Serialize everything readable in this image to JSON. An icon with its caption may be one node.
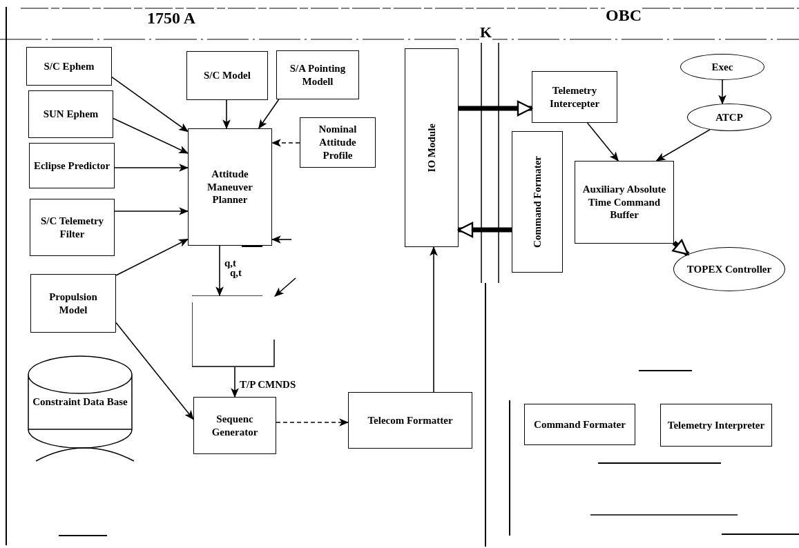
{
  "diagram": {
    "nodes": [
      {
        "text": [
          "S/C Ephem"
        ]
      },
      {
        "text": [
          "SUN Ephem"
        ]
      },
      {
        "text": [
          "Eclipse Predictor"
        ]
      },
      {
        "text": [
          "S/C Telemetry Filter"
        ]
      },
      {
        "text": [
          "Propulsion Model"
        ]
      },
      {
        "text": [
          "Constraint Data Base"
        ]
      },
      {
        "text": [
          "S/C Model"
        ]
      },
      {
        "text": [
          "S/A Pointing Modell"
        ]
      },
      {
        "text": [
          "Nominal Attitude Profile"
        ]
      },
      {
        "text": [
          "Attitude Maneuver Planner"
        ]
      },
      {
        "text": [],
        "shape": "box"
      },
      {
        "text": [
          "Sequenc Generator"
        ]
      },
      {
        "text": [
          "Telecom Formatter"
        ]
      },
      {
        "text": [
          "IO Module"
        ]
      },
      {
        "text": [
          "Telemetry Intercepter"
        ]
      },
      {
        "text": [
          "Command Formater"
        ]
      },
      {
        "text": [
          "Exec"
        ]
      },
      {
        "text": [
          "ATCP"
        ]
      },
      {
        "text": [
          "Auxiliary Absolute Time Command Buffer"
        ]
      },
      {
        "text": [
          "TOPEX Controller"
        ]
      },
      {
        "text": [
          "Command Formater"
        ]
      },
      {
        "text": [
          "Telemetry Interpreter"
        ]
      }
    ],
    "edges": [
      {
        "from": 0,
        "to": 9,
        "arrow": "to"
      },
      {
        "from": 1,
        "to": 9,
        "arrow": "to"
      },
      {
        "from": 2,
        "to": 9,
        "arrow": "to"
      },
      {
        "from": 3,
        "to": 9,
        "arrow": "to"
      },
      {
        "from": 4,
        "to": 9,
        "arrow": "to"
      },
      {
        "from": 6,
        "to": 9,
        "arrow": "to"
      },
      {
        "from": 7,
        "to": 9,
        "arrow": "to"
      },
      {
        "from": 8,
        "to": 9,
        "arrow": "to",
        "style": "dashed"
      },
      {
        "from": 9,
        "to": 10,
        "arrow": "to",
        "label": "q,t"
      },
      {
        "from": 10,
        "to": 11,
        "arrow": "to",
        "label": "T/P CMNDS"
      },
      {
        "from": 4,
        "to": 11,
        "arrow": "to"
      },
      {
        "from": 11,
        "to": 12,
        "arrow": "to",
        "style": "dashed"
      },
      {
        "from": 12,
        "to": 13,
        "arrow": "to"
      },
      {
        "from": 13,
        "to": 14,
        "arrow": "to",
        "style": "thick"
      },
      {
        "from": 15,
        "to": 13,
        "arrow": "to",
        "style": "thick"
      },
      {
        "from": 14,
        "to": 18,
        "arrow": "to"
      },
      {
        "from": 16,
        "to": 17,
        "arrow": "to"
      },
      {
        "from": 17,
        "to": 18,
        "arrow": "to"
      },
      {
        "from": 18,
        "to": 19,
        "arrow": "to",
        "style": "thick"
      },
      {
        "from": null,
        "to": 9,
        "arrow": "to"
      },
      {
        "from": null,
        "to": 10,
        "arrow": "to"
      }
    ],
    "labels": [
      "1750 A",
      "OBC",
      "K",
      "q,t"
    ]
  }
}
